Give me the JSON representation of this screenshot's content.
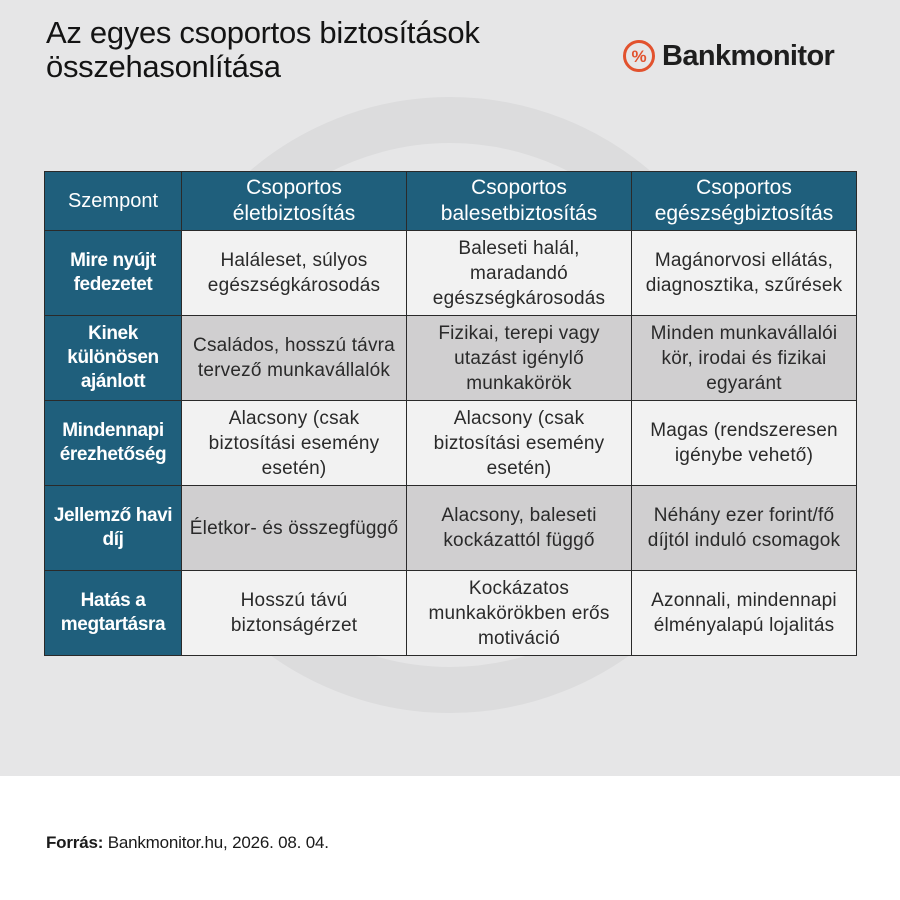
{
  "title": "Az egyes csoportos biztosítások összehasonlítása",
  "brand": {
    "name": "Bankmonitor",
    "logo_symbol": "%",
    "accent_color": "#e2522e"
  },
  "table": {
    "header": {
      "aspect": "Szempont",
      "columns": [
        "Csoportos életbiztosítás",
        "Csoportos balesetbiztosítás",
        "Csoportos egészségbiztosítás"
      ]
    },
    "rows": [
      {
        "label": "Mire nyújt fedezetet",
        "cells": [
          "Haláleset, súlyos egészségkárosodás",
          "Baleseti halál, maradandó egészségkárosodás",
          "Magánorvosi ellátás, diagnosztika, szűrések"
        ]
      },
      {
        "label": "Kinek különösen ajánlott",
        "cells": [
          "Családos, hosszú távra tervező munkavállalók",
          "Fizikai, terepi vagy utazást igénylő munkakörök",
          "Minden munkavállalói kör, irodai és fizikai egyaránt"
        ]
      },
      {
        "label": "Mindennapi érezhetőség",
        "cells": [
          "Alacsony (csak biztosítási esemény esetén)",
          "Alacsony (csak biztosítási esemény esetén)",
          "Magas (rendszeresen igénybe vehető)"
        ]
      },
      {
        "label": "Jellemző havi díj",
        "cells": [
          "Életkor- és összegfüggő",
          "Alacsony, baleseti kockázattól függő",
          "Néhány ezer forint/fő díjtól induló csomagok"
        ]
      },
      {
        "label": "Hatás a megtartásra",
        "cells": [
          "Hosszú távú biztonságérzet",
          "Kockázatos munkakörökben erős motiváció",
          "Azonnali, mindennapi élményalapú lojalitás"
        ]
      }
    ]
  },
  "source": {
    "label": "Forrás:",
    "text": "Bankmonitor.hu, 2026. 08. 04."
  }
}
